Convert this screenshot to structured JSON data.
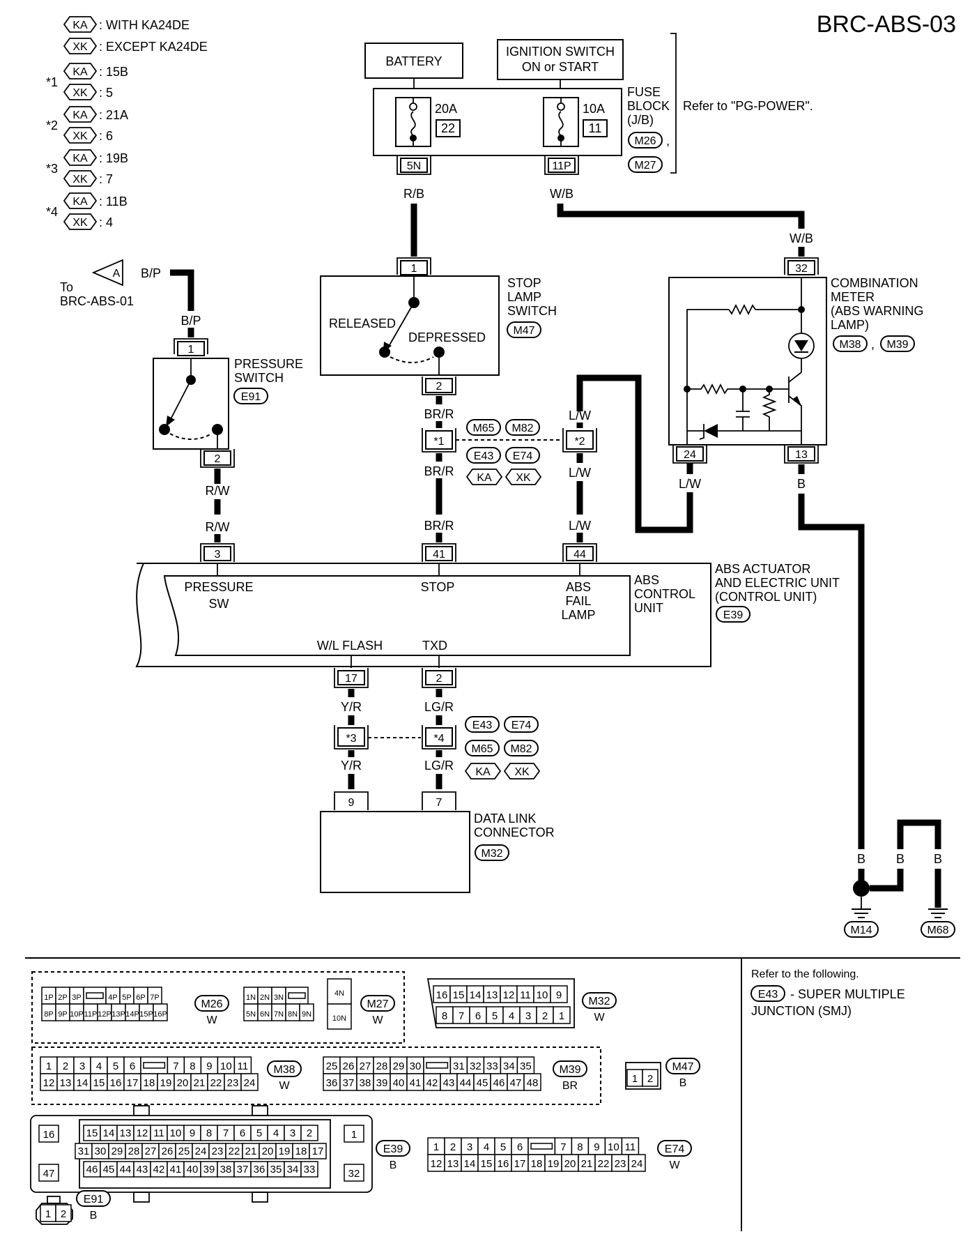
{
  "page_id": "BRC-ABS-03",
  "legend": {
    "ka": "KA",
    "xk": "XK",
    "with": ": WITH KA24DE",
    "except": ": EXCEPT KA24DE",
    "rows": [
      {
        "star": "*1",
        "ka": ": 15B",
        "xk": ": 5"
      },
      {
        "star": "*2",
        "ka": ": 21A",
        "xk": ": 6"
      },
      {
        "star": "*3",
        "ka": ": 19B",
        "xk": ": 7"
      },
      {
        "star": "*4",
        "ka": ": 11B",
        "xk": ": 4"
      }
    ]
  },
  "battery": "BATTERY",
  "ignition": {
    "line1": "IGNITION SWITCH",
    "line2": "ON or START"
  },
  "fuse_block": {
    "line1": "FUSE",
    "line2": "BLOCK",
    "line3": "(J/B)",
    "conn1": "M26",
    "comma": ",",
    "conn2": "M27",
    "refer": "Refer to \"PG-POWER\".",
    "fuse1_amp": "20A",
    "fuse1_no": "22",
    "term1": "5N",
    "fuse2_amp": "10A",
    "fuse2_no": "11",
    "term2": "11P"
  },
  "wires": {
    "rb": "R/B",
    "wb": "W/B",
    "bp": "B/P",
    "rw": "R/W",
    "brr": "BR/R",
    "lw": "L/W",
    "b": "B",
    "yr": "Y/R",
    "lgr": "LG/R"
  },
  "offpage": {
    "letter": "A",
    "to": "To",
    "target": "BRC-ABS-01"
  },
  "stop_lamp": {
    "l1": "STOP",
    "l2": "LAMP",
    "l3": "SWITCH",
    "conn": "M47",
    "released": "RELEASED",
    "depressed": "DEPRESSED",
    "pin_in": "1",
    "pin_out": "2"
  },
  "pressure_switch": {
    "l1": "PRESSURE",
    "l2": "SWITCH",
    "conn": "E91",
    "pin_in": "1",
    "pin_out": "2"
  },
  "combination_meter": {
    "l1": "COMBINATION",
    "l2": "METER",
    "l3": "(ABS WARNING",
    "l4": "LAMP)",
    "conn1": "M38",
    "comma": ",",
    "conn2": "M39",
    "pin_top": "32",
    "pin_left": "24",
    "pin_right": "13"
  },
  "joints": {
    "j1": "*1",
    "j2": "*2",
    "j3": "*3",
    "j4": "*4",
    "e43": "E43",
    "e74": "E74",
    "m65": "M65",
    "m82": "M82",
    "ka": "KA",
    "xk": "XK"
  },
  "abs": {
    "outer1": "ABS ACTUATOR",
    "outer2": "AND ELECTRIC UNIT",
    "outer3": "(CONTROL UNIT)",
    "conn": "E39",
    "inner1": "ABS",
    "inner2": "CONTROL",
    "inner3": "UNIT",
    "pressure1": "PRESSURE",
    "pressure2": "SW",
    "stop": "STOP",
    "fail1": "ABS",
    "fail2": "FAIL",
    "fail3": "LAMP",
    "wl_flash": "W/L FLASH",
    "txd": "TXD",
    "pin3": "3",
    "pin41": "41",
    "pin44": "44",
    "pin17": "17",
    "pin2": "2"
  },
  "dlc": {
    "l1": "DATA LINK",
    "l2": "CONNECTOR",
    "conn": "M32",
    "pin9": "9",
    "pin7": "7"
  },
  "grounds": {
    "g1": "M14",
    "g2": "M68"
  },
  "connectors": {
    "m26": {
      "label": "M26",
      "color": "W",
      "top": [
        "1P",
        "2P",
        "3P",
        "",
        "4P",
        "5P",
        "6P",
        "7P"
      ],
      "bottom": [
        "8P",
        "9P",
        "10P",
        "11P",
        "12P",
        "13P",
        "14P",
        "15P",
        "16P"
      ]
    },
    "m27": {
      "label": "M27",
      "color": "W",
      "top": [
        "1N",
        "2N",
        "3N",
        ""
      ],
      "bottom": [
        "5N",
        "6N",
        "7N",
        "8N",
        "9N"
      ],
      "big_top": "4N",
      "big_bottom": "10N"
    },
    "m32": {
      "label": "M32",
      "color": "W",
      "top": [
        "16",
        "15",
        "14",
        "13",
        "12",
        "11",
        "10",
        "9"
      ],
      "bottom": [
        "8",
        "7",
        "6",
        "5",
        "4",
        "3",
        "2",
        "1"
      ]
    },
    "m38": {
      "label": "M38",
      "color": "W",
      "top": [
        "1",
        "2",
        "3",
        "4",
        "5",
        "6",
        "",
        "7",
        "8",
        "9",
        "10",
        "11"
      ],
      "bottom": [
        "12",
        "13",
        "14",
        "15",
        "16",
        "17",
        "18",
        "19",
        "20",
        "21",
        "22",
        "23",
        "24"
      ]
    },
    "m39": {
      "label": "M39",
      "color": "BR",
      "top": [
        "25",
        "26",
        "27",
        "28",
        "29",
        "30",
        "",
        "31",
        "32",
        "33",
        "34",
        "35"
      ],
      "bottom": [
        "36",
        "37",
        "38",
        "39",
        "40",
        "41",
        "42",
        "43",
        "44",
        "45",
        "46",
        "47",
        "48"
      ]
    },
    "m47": {
      "label": "M47",
      "color": "B",
      "pins": [
        "1",
        "2"
      ]
    },
    "e39": {
      "label": "E39",
      "color": "B",
      "left_top": "16",
      "left_bottom": "47",
      "right_top": "1",
      "right_bottom": "32",
      "top": [
        "15",
        "14",
        "13",
        "12",
        "11",
        "10",
        "9",
        "8",
        "7",
        "6",
        "5",
        "4",
        "3",
        "2"
      ],
      "bottom": [
        "31",
        "30",
        "29",
        "28",
        "27",
        "26",
        "25",
        "24",
        "23",
        "22",
        "21",
        "20",
        "19",
        "18",
        "17"
      ],
      "bottom2": [
        "46",
        "45",
        "44",
        "43",
        "42",
        "41",
        "40",
        "39",
        "38",
        "37",
        "36",
        "35",
        "34",
        "33"
      ]
    },
    "e74": {
      "label": "E74",
      "color": "W",
      "top": [
        "1",
        "2",
        "3",
        "4",
        "5",
        "6",
        "",
        "7",
        "8",
        "9",
        "10",
        "11"
      ],
      "bottom": [
        "12",
        "13",
        "14",
        "15",
        "16",
        "17",
        "18",
        "19",
        "20",
        "21",
        "22",
        "23",
        "24"
      ]
    },
    "e91": {
      "label": "E91",
      "color": "B",
      "pins": [
        "1",
        "2"
      ]
    }
  },
  "refer_following": {
    "title": "Refer to the following.",
    "conn": "E43",
    "text1": "- SUPER MULTIPLE",
    "text2": "JUNCTION (SMJ)"
  }
}
